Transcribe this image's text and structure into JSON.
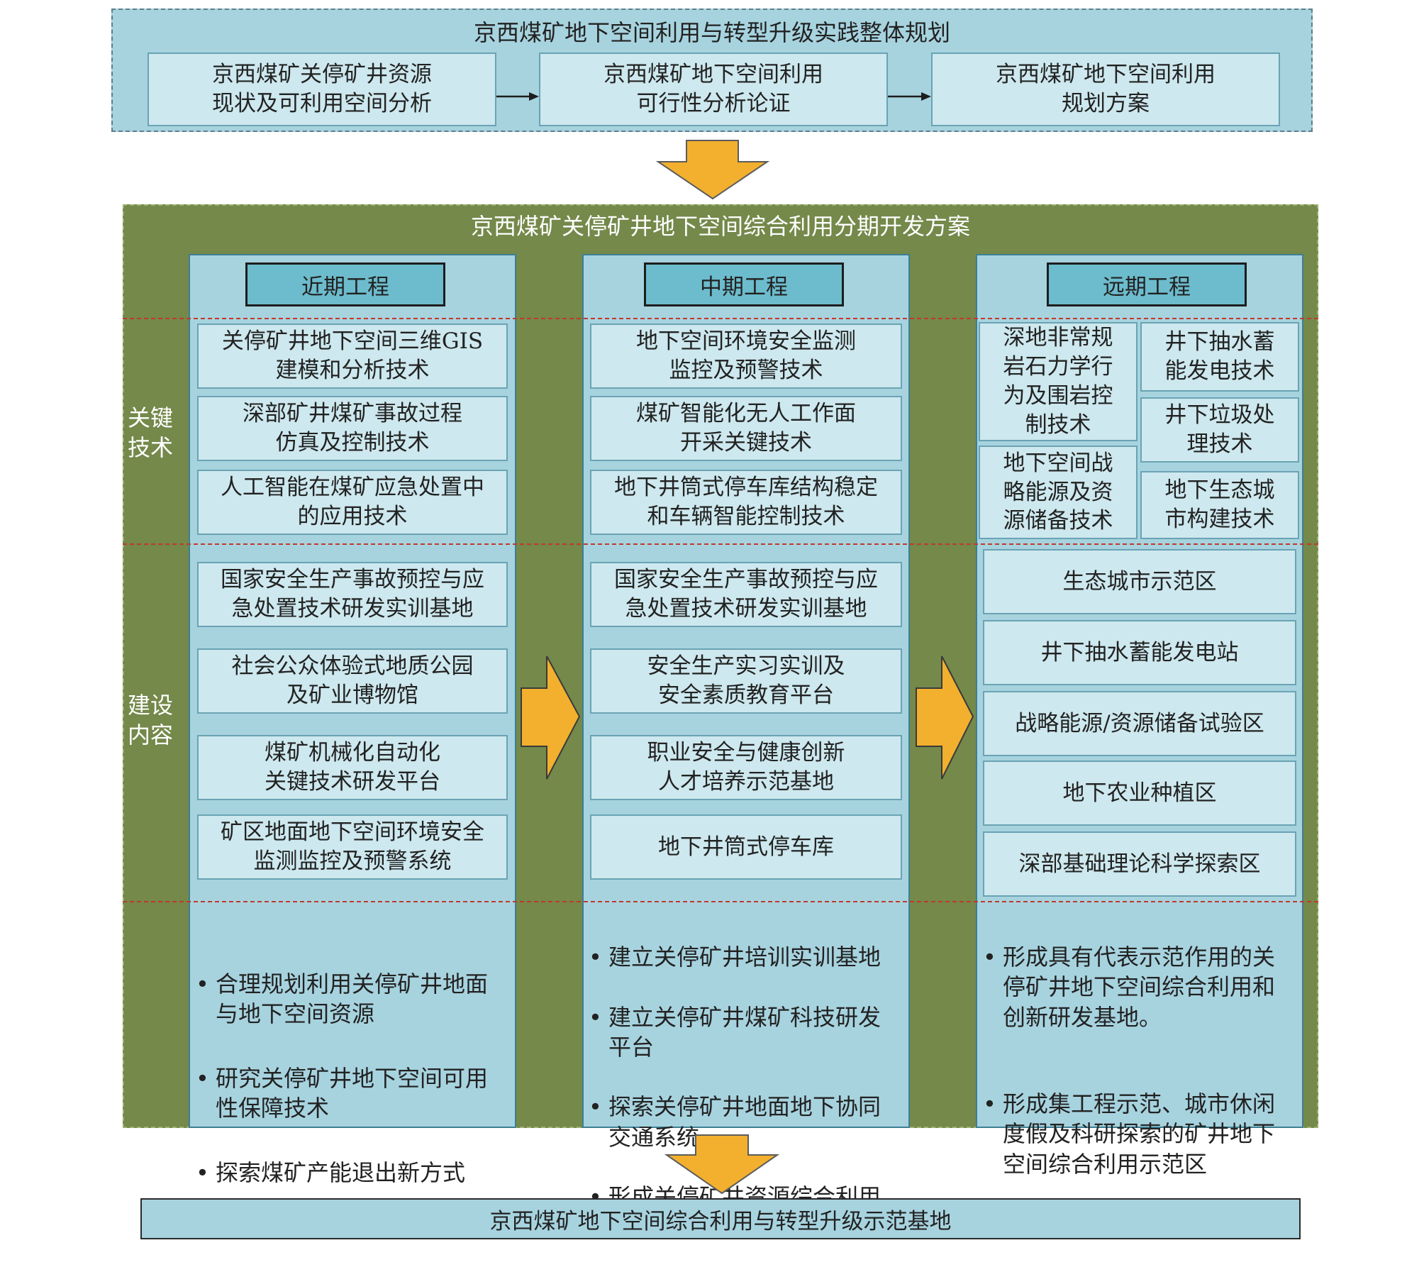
{
  "top": {
    "title": "京西煤矿地下空间利用与转型升级实践整体规划",
    "steps": [
      "京西煤矿关停矿井资源\n现状及可利用空间分析",
      "京西煤矿地下空间利用\n可行性分析论证",
      "京西煤矿地下空间利用\n规划方案"
    ]
  },
  "middle": {
    "title": "京西煤矿关停矿井地下空间综合利用分期开发方案",
    "row_labels": {
      "key_tech": "关键\n技术",
      "construction": "建设\n内容"
    },
    "phases": [
      {
        "title": "近期工程",
        "key_tech": [
          "关停矿井地下空间三维GIS\n建模和分析技术",
          "深部矿井煤矿事故过程\n仿真及控制技术",
          "人工智能在煤矿应急处置中\n的应用技术"
        ],
        "construction": [
          "国家安全生产事故预控与应\n急处置技术研发实训基地",
          "社会公众体验式地质公园\n及矿业博物馆",
          "煤矿机械化自动化\n关键技术研发平台",
          "矿区地面地下空间环境安全\n监测监控及预警系统"
        ],
        "goals": [
          "合理规划利用关停矿井地面\n与地下空间资源",
          "研究关停矿井地下空间可用\n性保障技术",
          "探索煤矿产能退出新方式"
        ]
      },
      {
        "title": "中期工程",
        "key_tech": [
          "地下空间环境安全监测\n监控及预警技术",
          "煤矿智能化无人工作面\n开采关键技术",
          "地下井筒式停车库结构稳定\n和车辆智能控制技术"
        ],
        "construction": [
          "国家安全生产事故预控与应\n急处置技术研发实训基地",
          "安全生产实习实训及\n安全素质教育平台",
          "职业安全与健康创新\n人才培养示范基地",
          "地下井筒式停车库"
        ],
        "goals": [
          "建立关停矿井培训实训基地",
          "建立关停矿井煤矿科技研发\n平台",
          "探索关停矿井地面地下协同\n交通系统",
          "形成关停矿井资源综合利用\n示范基地"
        ]
      },
      {
        "title": "远期工程",
        "key_tech": [
          "深地非常规\n岩石力学行\n为及围岩控\n制技术",
          "地下空间战\n略能源及资\n源储备技术",
          "井下抽水蓄\n能发电技术",
          "井下垃圾处\n理技术",
          "地下生态城\n市构建技术"
        ],
        "construction": [
          "生态城市示范区",
          "井下抽水蓄能发电站",
          "战略能源/资源储备试验区",
          "地下农业种植区",
          "深部基础理论科学探索区"
        ],
        "goals": [
          "形成具有代表示范作用的关\n停矿井地下空间综合利用和\n创新研发基地。",
          "形成集工程示范、城市休闲\n度假及科研探索的矿井地下\n空间综合利用示范区"
        ]
      }
    ]
  },
  "final": {
    "label": "京西煤矿地下空间综合利用与转型升级示范基地"
  },
  "colors": {
    "light_blue": "#a7d3df",
    "box_fill": "#cde8ee",
    "olive_bg": "#74894a",
    "header_fill": "#6cbccd",
    "arrow_orange": "#f2b02e",
    "divider_red": "#c0392b"
  }
}
